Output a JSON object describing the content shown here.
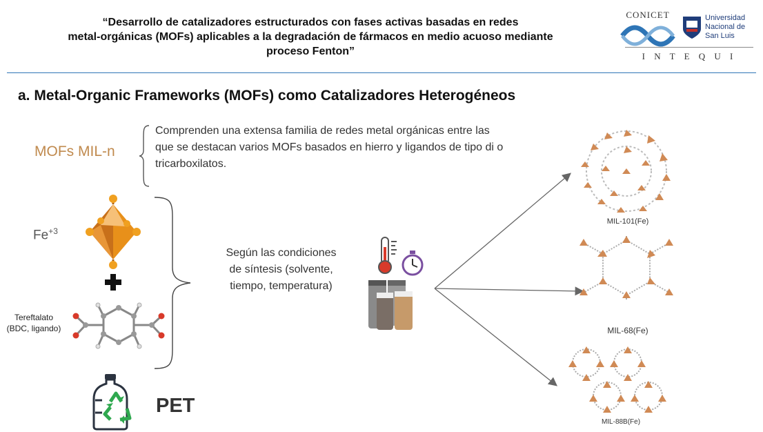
{
  "header": {
    "title_line1": "“Desarrollo de catalizadores estructurados con fases activas basadas en redes",
    "title_line2": "metal-orgánicas (MOFs) aplicables a la degradación de fármacos en medio acuoso mediante",
    "title_line3": "proceso Fenton”",
    "logo_conicet": "CONICET",
    "logo_unsl_line1": "Universidad",
    "logo_unsl_line2": "Nacional de",
    "logo_unsl_line3": "San Luis",
    "logo_intequi": "I N T E Q U I"
  },
  "section": {
    "title": "a.  Metal-Organic Frameworks (MOFs) como Catalizadores Heterogéneos"
  },
  "mofs": {
    "label": "MOFs MIL-n",
    "description": "Comprenden una extensa familia de redes metal orgánicas entre las que se destacan varios MOFs basados en hierro y ligandos de tipo di o tricarboxilatos."
  },
  "components": {
    "fe_base": "Fe",
    "fe_sup": "+3",
    "bdc_line1": "Tereftalato",
    "bdc_line2": "(BDC, ligando)",
    "pet": "PET"
  },
  "conditions": {
    "line1": "Según las condiciones",
    "line2": "de síntesis (solvente,",
    "line3": "tiempo, temperatura)"
  },
  "products": [
    {
      "label": "MIL-101(Fe)"
    },
    {
      "label": "MIL-68(Fe)"
    },
    {
      "label": "MIL-88B(Fe)"
    }
  ],
  "colors": {
    "accent_blue": "#2e75b6",
    "mof_brown": "#c08a4e",
    "fe_orange": "#e8901a",
    "pet_green": "#2fa84f"
  }
}
